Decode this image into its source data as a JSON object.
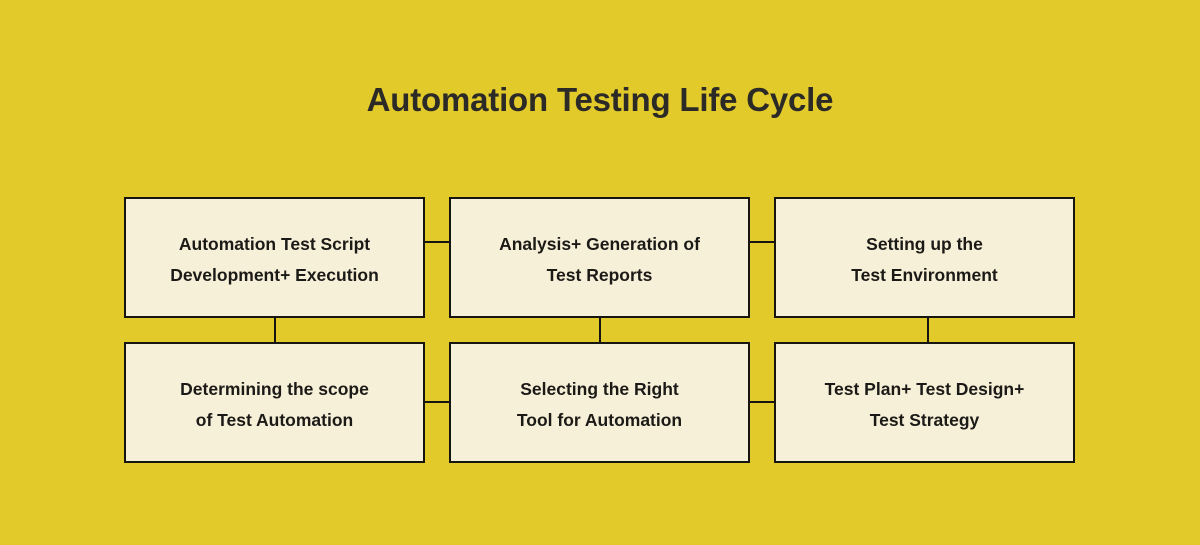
{
  "diagram": {
    "title": "Automation Testing Life Cycle",
    "background_color": "#E3CA2B",
    "box_fill_color": "#F7F0D8",
    "box_border_color": "#161512",
    "text_color": "#1B1A17",
    "title_color": "#2B2A26",
    "nodes": [
      {
        "id": "automation-test-script-development-execution",
        "line1": "Automation Test Script",
        "line2": "Development+ Execution",
        "row": 1,
        "column": 1
      },
      {
        "id": "analysis-generation-of-test-reports",
        "line1": "Analysis+ Generation of",
        "line2": "Test Reports",
        "row": 1,
        "column": 2
      },
      {
        "id": "setting-up-the-test-environment",
        "line1": "Setting up the",
        "line2": "Test Environment",
        "row": 1,
        "column": 3
      },
      {
        "id": "determining-the-scope-of-test-automation",
        "line1": "Determining the scope",
        "line2": "of Test Automation",
        "row": 2,
        "column": 1
      },
      {
        "id": "selecting-the-right-tool-for-automation",
        "line1": "Selecting the Right",
        "line2": "Tool for Automation",
        "row": 2,
        "column": 2
      },
      {
        "id": "test-plan-test-design-test-strategy",
        "line1": "Test Plan+ Test Design+",
        "line2": "Test Strategy",
        "row": 2,
        "column": 3
      }
    ],
    "connectors": [
      {
        "id": "r1-c1-to-c2",
        "orientation": "horizontal"
      },
      {
        "id": "r1-c2-to-c3",
        "orientation": "horizontal"
      },
      {
        "id": "r2-c1-to-c2",
        "orientation": "horizontal"
      },
      {
        "id": "r2-c2-to-c3",
        "orientation": "horizontal"
      },
      {
        "id": "c1-r1-to-r2",
        "orientation": "vertical"
      },
      {
        "id": "c2-r1-to-r2",
        "orientation": "vertical"
      },
      {
        "id": "c3-r1-to-r2",
        "orientation": "vertical"
      }
    ]
  }
}
